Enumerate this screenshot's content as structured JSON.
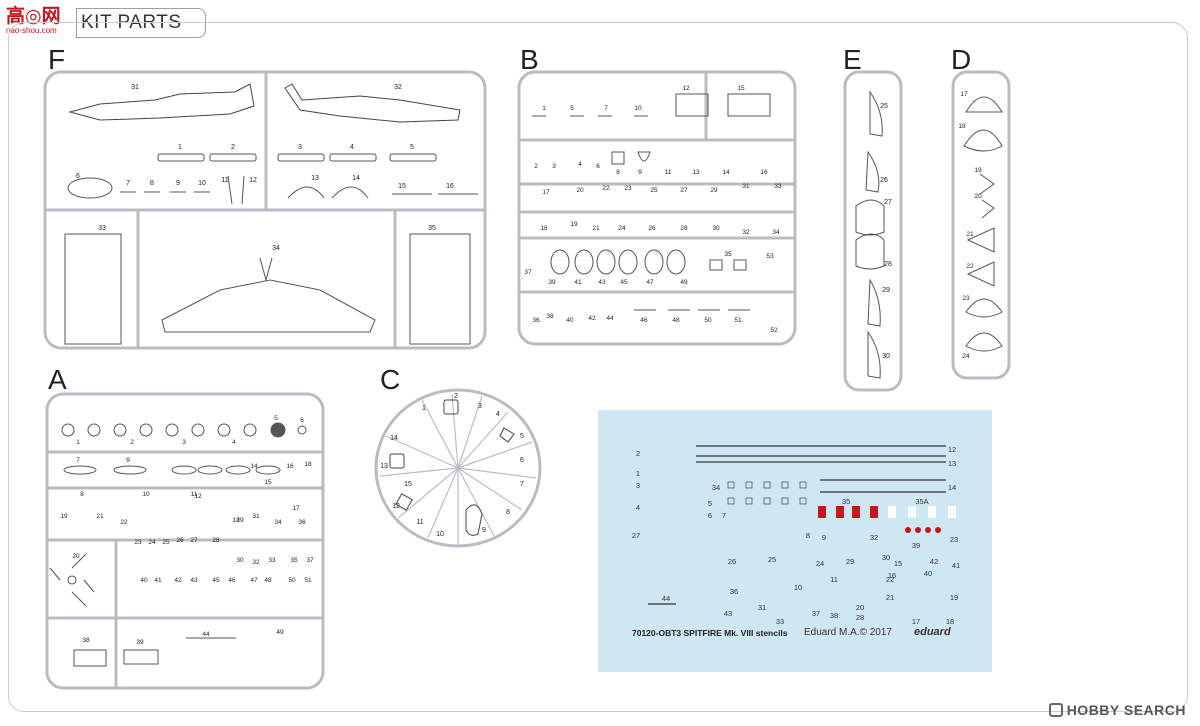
{
  "header": {
    "logo_text": "高◎网",
    "logo_url": "nao-shou.com",
    "title": "KIT PARTS"
  },
  "sprues": {
    "F": {
      "letter": "F",
      "part_numbers": [
        "31",
        "32",
        "1",
        "2",
        "3",
        "4",
        "5",
        "6",
        "7",
        "8",
        "9",
        "10",
        "11",
        "12",
        "13",
        "14",
        "15",
        "16",
        "33",
        "34",
        "35"
      ]
    },
    "B": {
      "letter": "B",
      "part_numbers": [
        "1",
        "5",
        "7",
        "10",
        "12",
        "15",
        "2",
        "3",
        "4",
        "6",
        "8",
        "9",
        "11",
        "13",
        "14",
        "16",
        "17",
        "18",
        "19",
        "20",
        "21",
        "22",
        "23",
        "24",
        "25",
        "26",
        "27",
        "28",
        "29",
        "30",
        "31",
        "32",
        "33",
        "34",
        "35",
        "36",
        "37",
        "38",
        "39",
        "40",
        "41",
        "42",
        "43",
        "44",
        "45",
        "46",
        "47",
        "48",
        "49",
        "50",
        "51",
        "52",
        "53"
      ]
    },
    "E": {
      "letter": "E",
      "part_numbers": [
        "25",
        "26",
        "27",
        "28",
        "29",
        "30"
      ]
    },
    "D": {
      "letter": "D",
      "part_numbers": [
        "17",
        "18",
        "19",
        "20",
        "21",
        "22",
        "23",
        "24"
      ]
    },
    "A": {
      "letter": "A",
      "part_numbers": [
        "1",
        "2",
        "3",
        "4",
        "5",
        "6",
        "7",
        "8",
        "9",
        "10",
        "11",
        "12",
        "13",
        "14",
        "15",
        "16",
        "17",
        "18",
        "19",
        "20",
        "21",
        "22",
        "23",
        "24",
        "25",
        "26",
        "27",
        "28",
        "29",
        "30",
        "31",
        "32",
        "33",
        "34",
        "35",
        "36",
        "37",
        "38",
        "39",
        "40",
        "41",
        "42",
        "43",
        "44",
        "45",
        "46",
        "47",
        "48",
        "49",
        "50",
        "51"
      ]
    },
    "C": {
      "letter": "C",
      "part_numbers": [
        "1",
        "2",
        "3",
        "4",
        "5",
        "6",
        "7",
        "8",
        "9",
        "10",
        "11",
        "12",
        "13",
        "14",
        "15"
      ]
    }
  },
  "decal_sheet": {
    "footer_code": "70120-OBT3 SPITFIRE Mk. VIII stencils",
    "copyright": "Eduard M.A.© 2017",
    "brand": "eduard",
    "numbers": [
      "1",
      "2",
      "3",
      "4",
      "5",
      "6",
      "7",
      "8",
      "9",
      "10",
      "11",
      "12",
      "13",
      "14",
      "15",
      "16",
      "17",
      "18",
      "19",
      "20",
      "21",
      "22",
      "23",
      "24",
      "25",
      "26",
      "27",
      "28",
      "29",
      "30",
      "31",
      "32",
      "33",
      "34",
      "35",
      "35A",
      "36",
      "37",
      "38",
      "39",
      "40",
      "41",
      "42",
      "43",
      "44"
    ],
    "colors": {
      "background": "#cfe6f3",
      "red_decal": "#c4161c"
    }
  },
  "watermark": {
    "text": "HOBBY SEARCH",
    "icon": "hobby-search-logo-icon"
  },
  "colors": {
    "logo_red": "#c4161c",
    "frame_gray": "#c9ccd0",
    "sprue_gray": "#b9bdc2"
  }
}
